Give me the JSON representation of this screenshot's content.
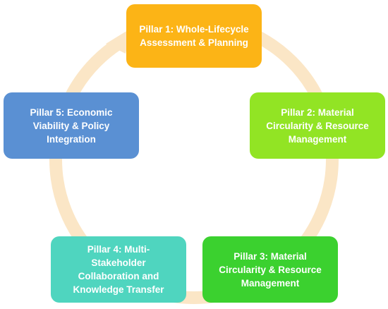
{
  "colors": {
    "ring": "#fbe6c6",
    "pillar1": "#fcb416",
    "pillar2": "#92e424",
    "pillar3": "#3bd12f",
    "pillar4": "#4fd5bf",
    "pillar5": "#5a90d3"
  },
  "pillars": [
    {
      "label": "Pillar 1: Whole-Lifecycle\nAssessment & Planning"
    },
    {
      "label": "Pillar 2: Material\nCircularity & Resource\nManagement"
    },
    {
      "label": "Pillar 3: Material\nCircularity & Resource\nManagement"
    },
    {
      "label": "Pillar 4: Multi-\nStakeholder\nCollaboration and\nKnowledge Transfer"
    },
    {
      "label": "Pillar 5: Economic\nViability & Policy\nIntegration"
    }
  ]
}
